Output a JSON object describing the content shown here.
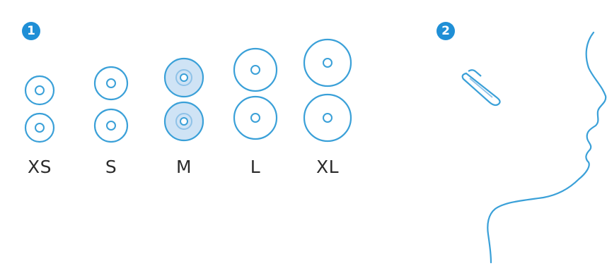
{
  "steps": [
    {
      "number": "1"
    },
    {
      "number": "2"
    }
  ],
  "sizes": [
    {
      "label": "XS",
      "highlighted": false
    },
    {
      "label": "S",
      "highlighted": false
    },
    {
      "label": "M",
      "highlighted": true
    },
    {
      "label": "L",
      "highlighted": false
    },
    {
      "label": "XL",
      "highlighted": false
    }
  ],
  "colors": {
    "accent": "#1f8fd6",
    "line": "#3aa0d8",
    "highlight_fill": "#cfe3f5",
    "label": "#2b2b2b"
  },
  "icons": {
    "eartip": "eartip-icon",
    "headset": "headset-icon",
    "face": "face-profile-icon"
  }
}
